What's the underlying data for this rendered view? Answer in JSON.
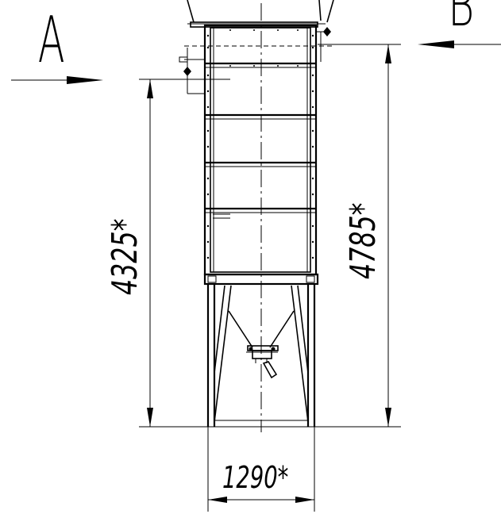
{
  "view_labels": {
    "left": "A",
    "right": "B"
  },
  "dimensions": {
    "left_height": "4325*",
    "right_height": "4785*",
    "bottom_width": "1290*"
  }
}
